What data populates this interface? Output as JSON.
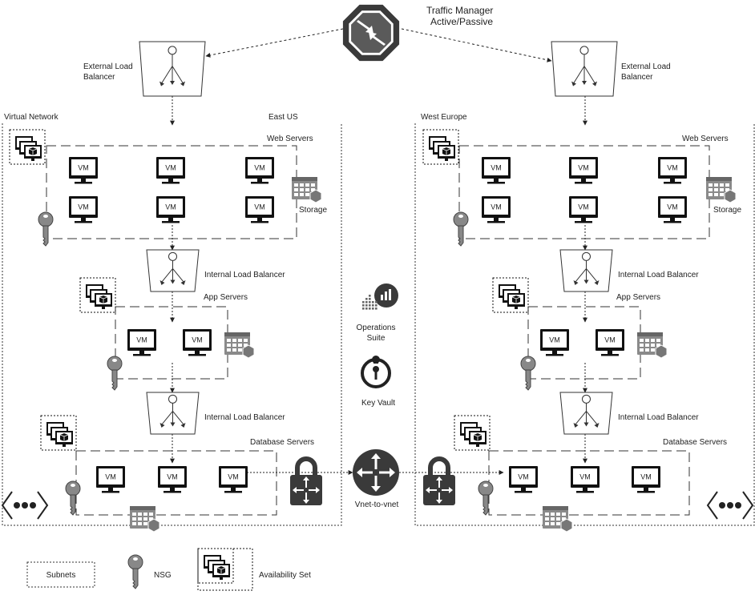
{
  "traffic_manager": {
    "title": "Traffic Manager",
    "mode": "Active/Passive"
  },
  "labels": {
    "external_lb": "External Load\nBalancer",
    "internal_lb": "Internal Load Balancer",
    "web_servers": "Web Servers",
    "app_servers": "App Servers",
    "db_servers": "Database Servers",
    "storage": "Storage",
    "vm": "VM",
    "virtual_network": "Virtual Network",
    "operations_suite": "Operations\nSuite",
    "key_vault": "Key Vault",
    "vnet_to_vnet": "Vnet-to-vnet"
  },
  "regions": [
    {
      "name": "East US"
    },
    {
      "name": "West Europe"
    }
  ],
  "legend": {
    "subnets": "Subnets",
    "nsg": "NSG",
    "availability_set": "Availability Set"
  },
  "icons": {
    "traffic_manager": "traffic-manager-icon",
    "load_balancer": "load-balancer-icon",
    "vm": "monitor-icon",
    "availability_set": "availability-set-icon",
    "nsg": "key-icon",
    "storage": "storage-icon",
    "lock": "lock-icon",
    "router": "router-icon",
    "operations": "operations-suite-icon",
    "key_vault": "key-vault-icon",
    "more": "ellipsis-icon"
  }
}
